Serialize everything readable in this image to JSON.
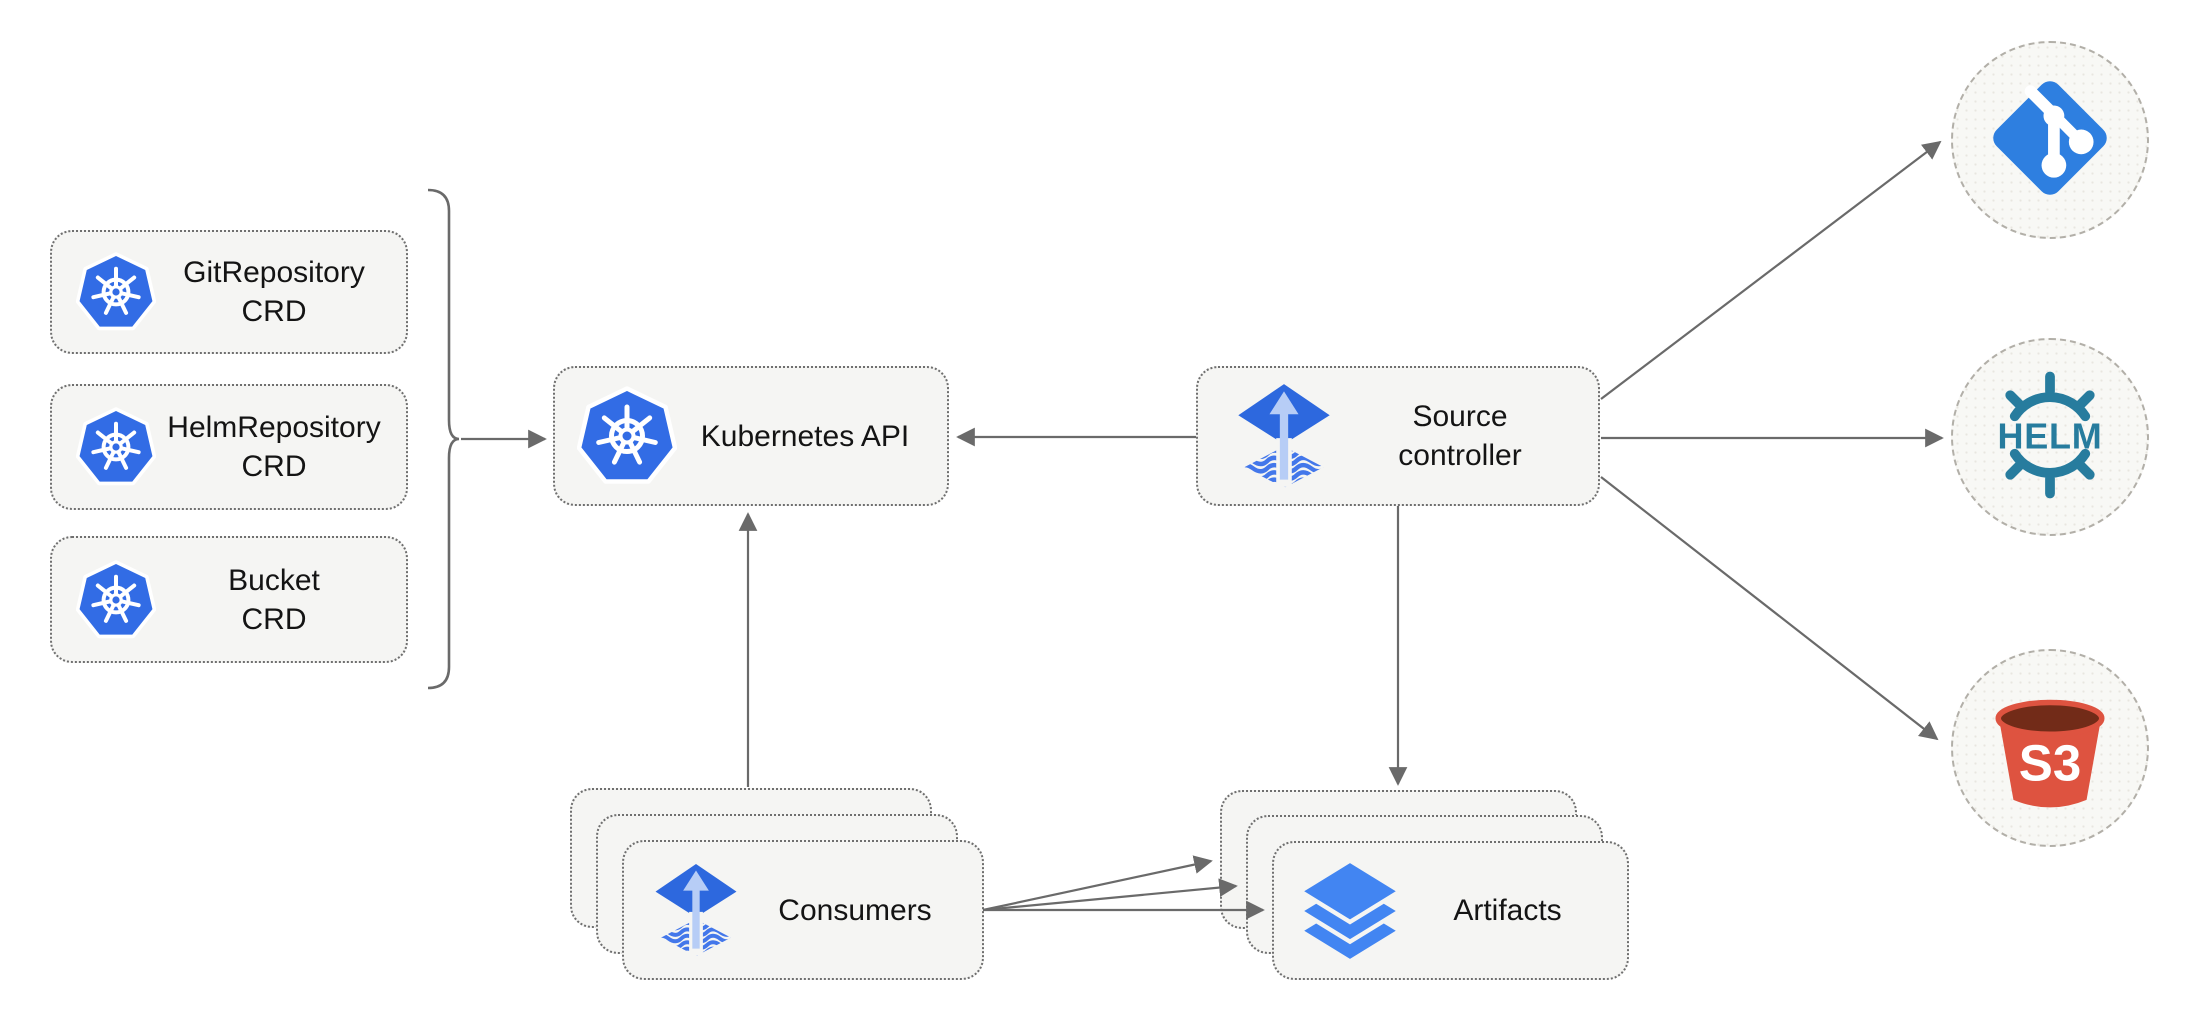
{
  "crd_boxes": [
    {
      "id": "gitrepository-crd",
      "line1": "GitRepository",
      "line2": "CRD",
      "icon": "kubernetes-icon"
    },
    {
      "id": "helmrepository-crd",
      "line1": "HelmRepository",
      "line2": "CRD",
      "icon": "kubernetes-icon"
    },
    {
      "id": "bucket-crd",
      "line1": "Bucket",
      "line2": "CRD",
      "icon": "kubernetes-icon"
    }
  ],
  "kubernetes_api": {
    "label": "Kubernetes API",
    "icon": "kubernetes-icon"
  },
  "source_controller": {
    "line1": "Source",
    "line2": "controller",
    "icon": "flux-icon"
  },
  "consumers": {
    "label": "Consumers",
    "icon": "flux-icon",
    "stack_count": 3
  },
  "artifacts": {
    "label": "Artifacts",
    "icon": "layers-icon",
    "stack_count": 3
  },
  "external_sources": [
    {
      "id": "git",
      "icon": "git-icon"
    },
    {
      "id": "helm",
      "icon": "helm-icon",
      "text": "HELM"
    },
    {
      "id": "s3",
      "icon": "s3-bucket-icon",
      "text": "S3"
    }
  ],
  "connections": [
    {
      "from": "crd-boxes-bracket",
      "to": "kubernetes-api",
      "arrows": 1
    },
    {
      "from": "source-controller",
      "to": "kubernetes-api",
      "arrows": 1
    },
    {
      "from": "consumers",
      "to": "kubernetes-api",
      "arrows": 1
    },
    {
      "from": "source-controller",
      "to": "artifacts",
      "arrows": 1
    },
    {
      "from": "source-controller",
      "to": "git",
      "arrows": 1
    },
    {
      "from": "source-controller",
      "to": "helm",
      "arrows": 1
    },
    {
      "from": "source-controller",
      "to": "s3",
      "arrows": 1
    },
    {
      "from": "consumers",
      "to": "artifacts",
      "arrows": 3
    }
  ],
  "colors": {
    "kubernetes_blue": "#326ce5",
    "flux_blue": "#2d68de",
    "flux_arrow_light_blue": "#b7cdf6",
    "flux_wave_blue": "#4377ea",
    "artifacts_layers_blue": "#4285f2",
    "git_blue": "#2e7fe0",
    "helm_teal": "#277c9e",
    "s3_red": "#de5340",
    "s3_rim_maroon": "#722b18",
    "connector_gray": "#6a6a6a",
    "node_fill": "#f5f5f3",
    "node_border": "#6f6f6f",
    "external_circle_fill": "#f8f8f5",
    "label_color": "#141414"
  }
}
